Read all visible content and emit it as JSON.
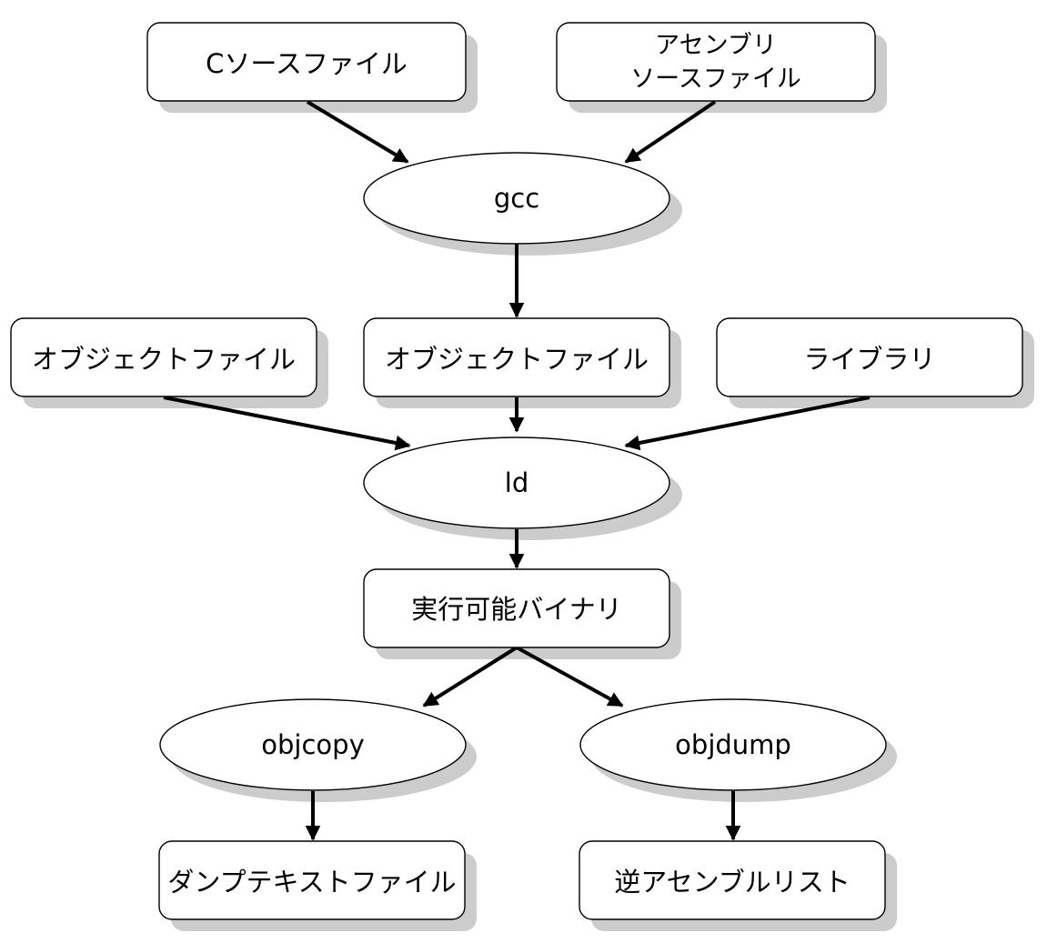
{
  "nodes": {
    "c_source": {
      "label": "Cソースファイル"
    },
    "asm_source": {
      "line1": "アセンブリ",
      "line2": "ソースファイル"
    },
    "gcc": {
      "label": "gcc"
    },
    "object_file_left": {
      "label": "オブジェクトファイル"
    },
    "object_file_center": {
      "label": "オブジェクトファイル"
    },
    "library": {
      "label": "ライブラリ"
    },
    "ld": {
      "label": "ld"
    },
    "executable": {
      "label": "実行可能バイナリ"
    },
    "objcopy": {
      "label": "objcopy"
    },
    "objdump": {
      "label": "objdump"
    },
    "dump_text": {
      "label": "ダンプテキストファイル"
    },
    "disasm_list": {
      "label": "逆アセンブルリスト"
    }
  },
  "colors": {
    "stroke": "#000000",
    "fill": "#ffffff",
    "shadow": "#cccccc"
  }
}
